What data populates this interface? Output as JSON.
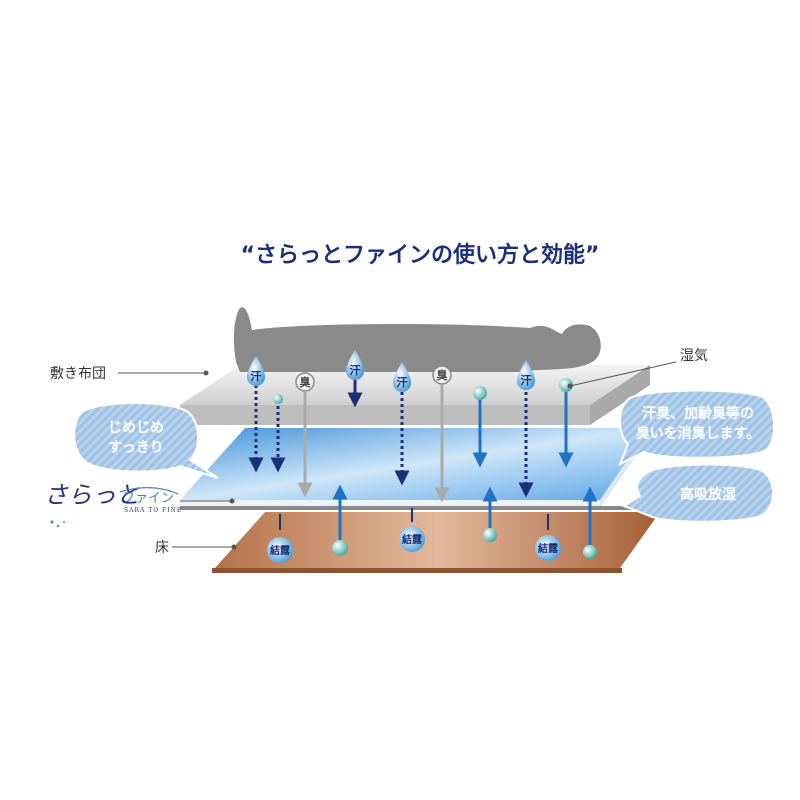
{
  "title": "“さらっとファインの使い方と効能”",
  "labels": {
    "futon": "敷き布団",
    "humidity": "湿気",
    "floor": "床"
  },
  "bubbles": {
    "damp": [
      "じめじめ",
      "すっきり"
    ],
    "deodorize": [
      "汗臭、加齢臭等の",
      "臭いを消臭します。"
    ],
    "absorb": "高吸放湿"
  },
  "markers": {
    "sweat": "汗",
    "odor": "臭",
    "condensation": "結露"
  },
  "logo": {
    "main": "さらっと",
    "sub": "ファイン",
    "small": "SARA TO FINE"
  },
  "colors": {
    "navy": "#1b2f7a",
    "bubble_fill": "#8fb7df",
    "blue_layer": "#6fb0e8",
    "floor": "#a86a45",
    "silhouette": "#8a8a8a",
    "odor_arrow": "#aaaaaa"
  }
}
